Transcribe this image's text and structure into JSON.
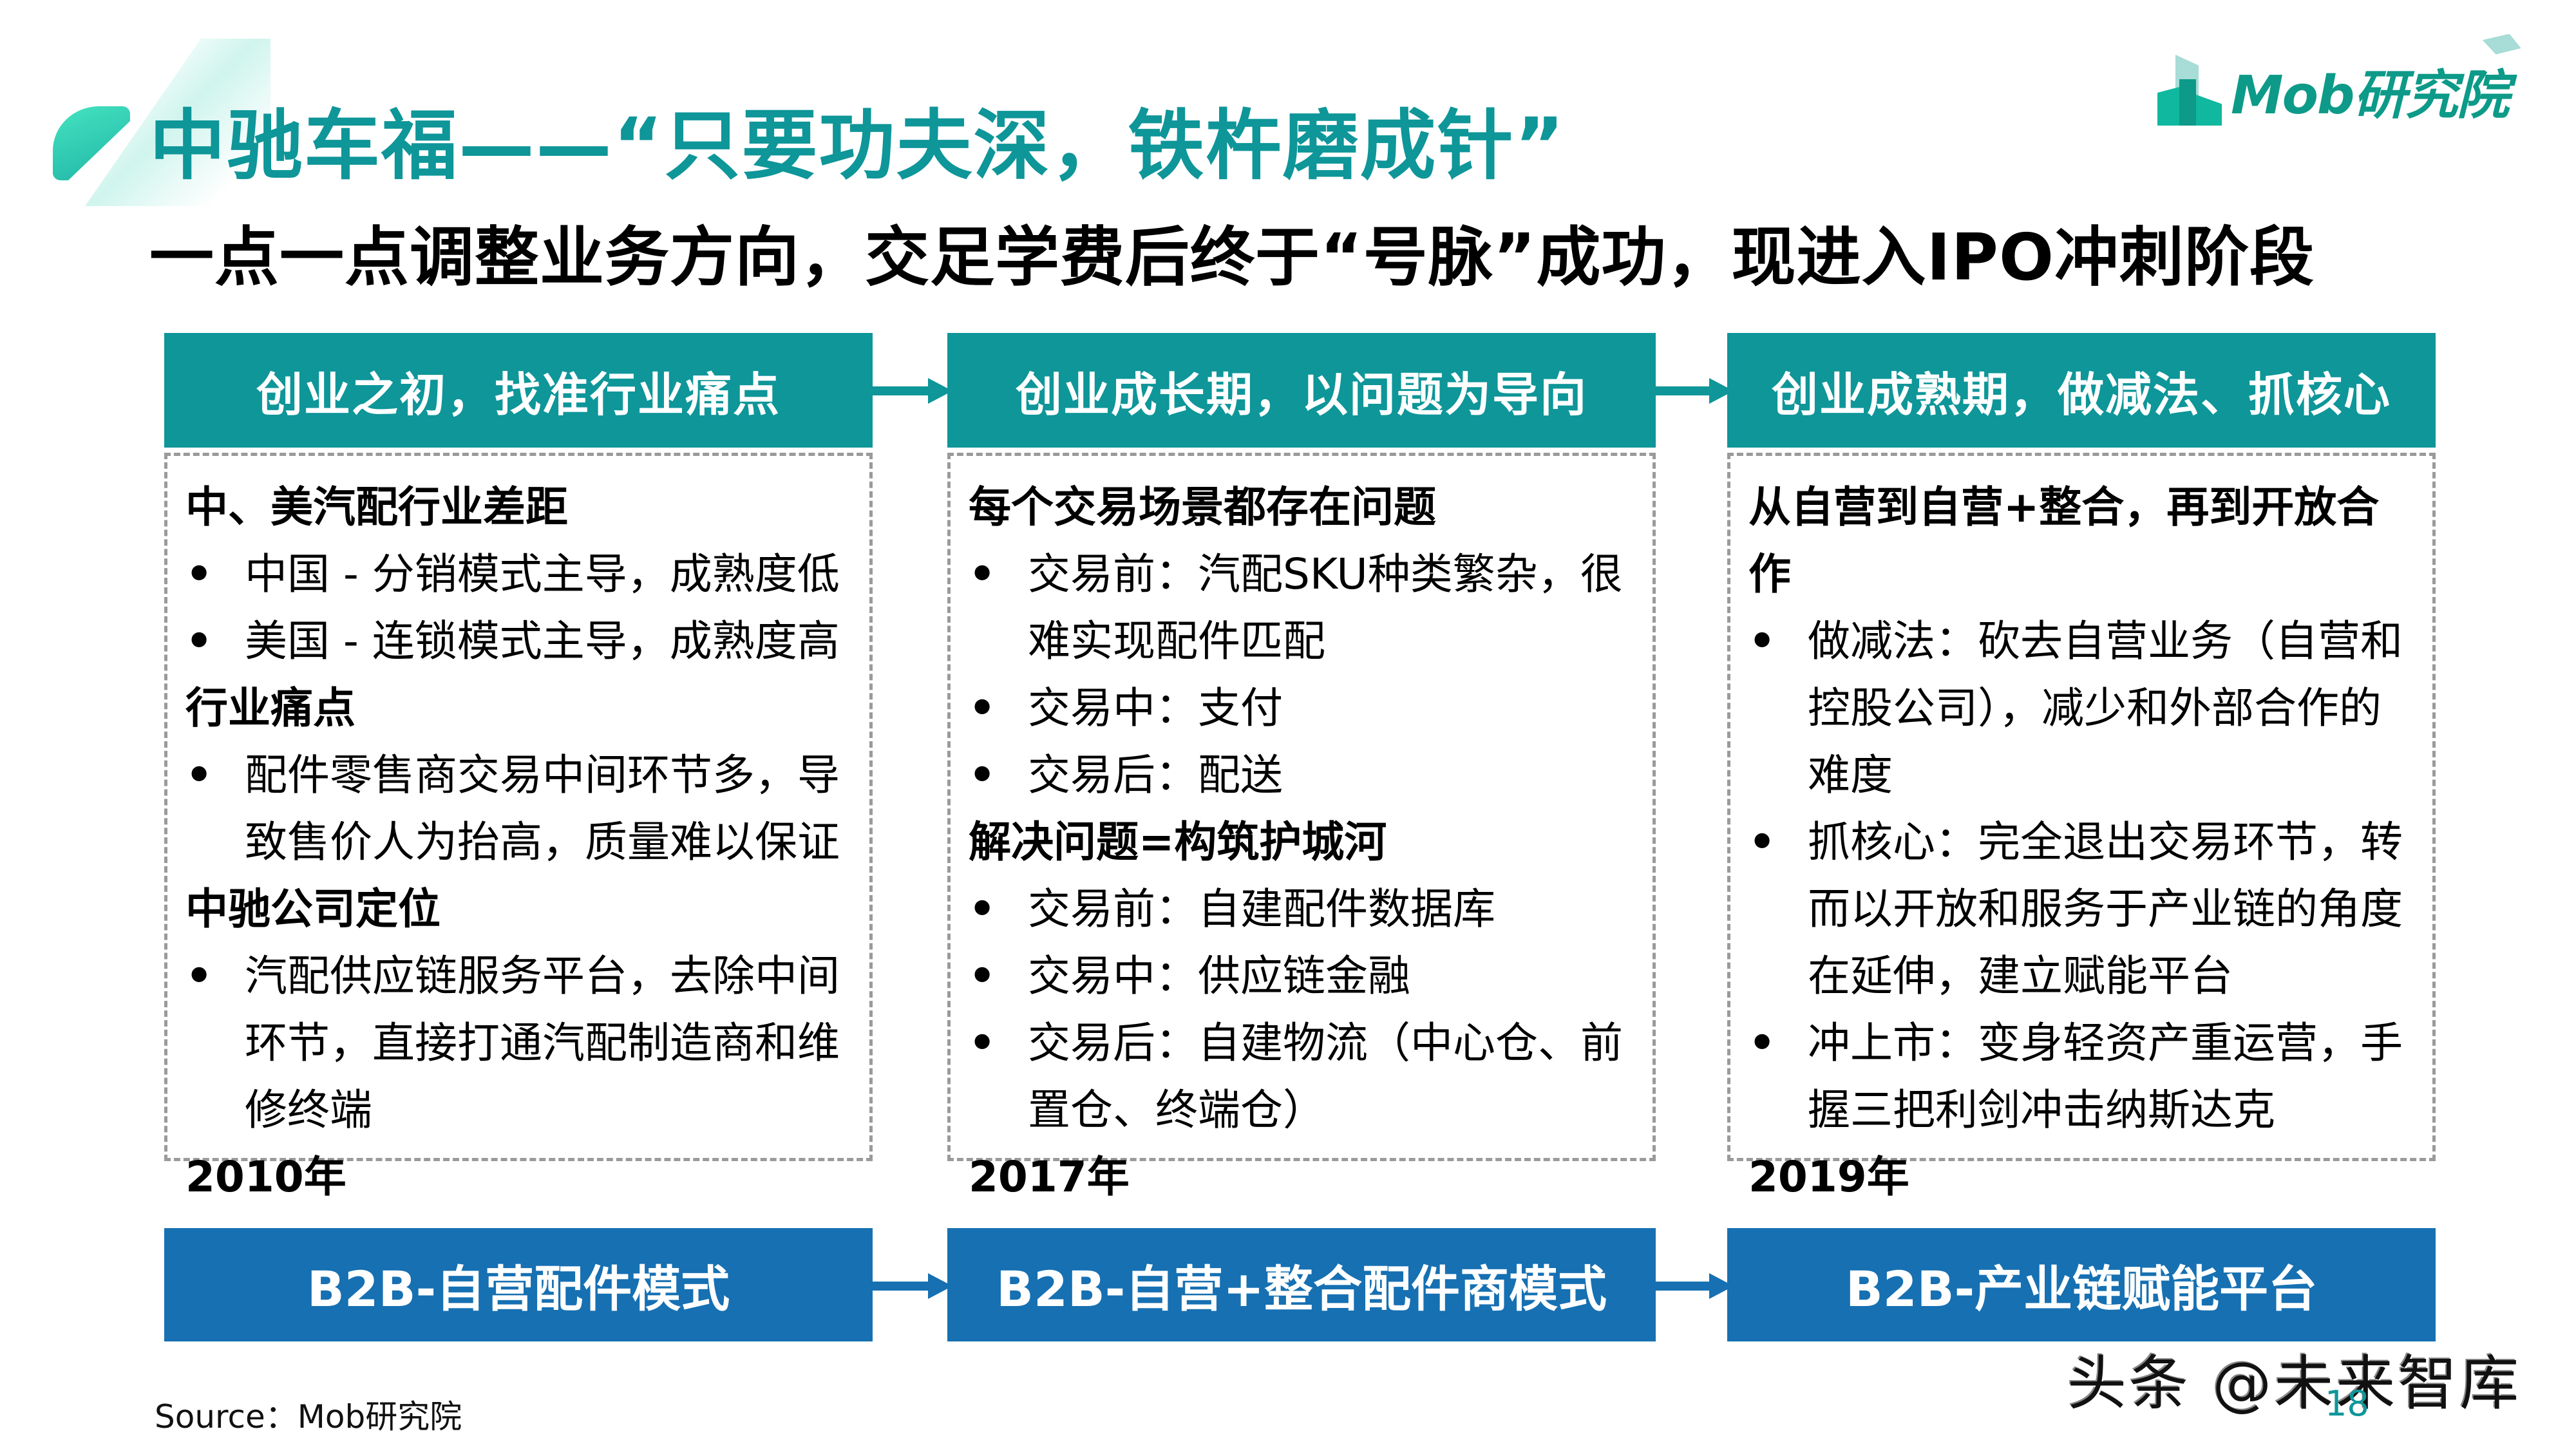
{
  "header": {
    "title": "中驰车福——“只要功夫深，铁杵磨成针”",
    "subtitle": "一点一点调整业务方向，交足学费后终于“号脉”成功，现进入IPO冲刺阶段",
    "logo_text": "Mob研究院"
  },
  "colors": {
    "teal": "#0e9699",
    "blue": "#1670b2",
    "dashed_border": "#9a9a9a"
  },
  "columns": [
    {
      "heading": "创业之初，找准行业痛点",
      "footer": "B2B-自营配件模式",
      "lines": [
        {
          "type": "h",
          "text": "中、美汽配行业差距"
        },
        {
          "type": "b",
          "text": "中国 - 分销模式主导，成熟度低"
        },
        {
          "type": "b",
          "text": "美国 - 连锁模式主导，成熟度高"
        },
        {
          "type": "h",
          "text": "行业痛点"
        },
        {
          "type": "b",
          "text": "配件零售商交易中间环节多，导致售价人为抬高，质量难以保证"
        },
        {
          "type": "h",
          "text": "中驰公司定位"
        },
        {
          "type": "b",
          "text": "汽配供应链服务平台，去除中间环节，直接打通汽配制造商和维修终端"
        },
        {
          "type": "h",
          "text": "2010年"
        }
      ]
    },
    {
      "heading": "创业成长期，以问题为导向",
      "footer": "B2B-自营+整合配件商模式",
      "lines": [
        {
          "type": "h",
          "text": "每个交易场景都存在问题"
        },
        {
          "type": "b",
          "text": "交易前：汽配SKU种类繁杂，很难实现配件匹配"
        },
        {
          "type": "b",
          "text": "交易中：支付"
        },
        {
          "type": "b",
          "text": "交易后：配送"
        },
        {
          "type": "h",
          "text": "解决问题=构筑护城河"
        },
        {
          "type": "b",
          "text": "交易前：自建配件数据库"
        },
        {
          "type": "b",
          "text": "交易中：供应链金融"
        },
        {
          "type": "b",
          "text": "交易后：自建物流（中心仓、前置仓、终端仓）"
        },
        {
          "type": "h",
          "text": "2017年"
        }
      ]
    },
    {
      "heading": "创业成熟期，做减法、抓核心",
      "footer": "B2B-产业链赋能平台",
      "lines": [
        {
          "type": "h",
          "text": "从自营到自营+整合，再到开放合作"
        },
        {
          "type": "b",
          "text": "做减法：砍去自营业务（自营和控股公司），减少和外部合作的难度"
        },
        {
          "type": "b",
          "text": "抓核心：完全退出交易环节，转而以开放和服务于产业链的角度在延伸，建立赋能平台"
        },
        {
          "type": "b",
          "text": "冲上市：变身轻资产重运营，手握三把利剑冲击纳斯达克"
        },
        {
          "type": "h",
          "text": "2019年"
        }
      ]
    }
  ],
  "bullet_glyph": "•",
  "footer": {
    "source": "Source：Mob研究院",
    "watermark": "头条 @未来智库",
    "page_number": "18"
  }
}
